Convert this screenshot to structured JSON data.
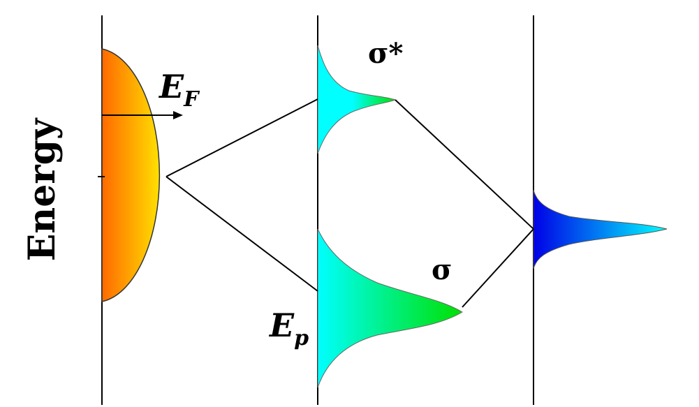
{
  "labels": {
    "energy_axis": "Energy",
    "fermi_main": "E",
    "fermi_sub": "F",
    "sigma_star": "σ*",
    "sigma": "σ",
    "ep_main": "E",
    "ep_sub": "p"
  },
  "colors": {
    "metal_band_dark": "#ff6a00",
    "metal_band_light": "#ffe000",
    "cyan": "#00ffff",
    "green": "#00e000",
    "deep_blue": "#0000e6",
    "line": "#000000"
  }
}
